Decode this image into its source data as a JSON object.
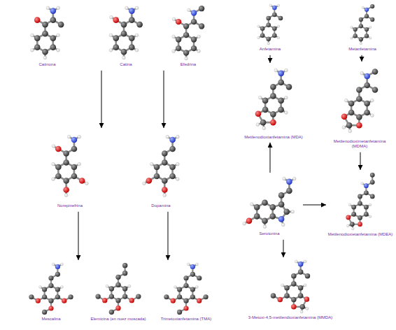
{
  "diagram": {
    "nodes": [
      {
        "text": [
          "Catinona"
        ]
      },
      {
        "text": [
          "Catina"
        ]
      },
      {
        "text": [
          "Efedrina"
        ]
      },
      {
        "text": [
          "Anfetamina"
        ]
      },
      {
        "text": [
          "Metanfetamina"
        ]
      },
      {
        "text": [
          "Norepinefrina"
        ]
      },
      {
        "text": [
          "Dopamina"
        ]
      },
      {
        "text": [
          "Metilenodioxianfetamina (MDA)"
        ]
      },
      {
        "text": [
          "Metilenodioximetanfetamina (MDMA)"
        ]
      },
      {
        "text": [
          "Serotonina"
        ]
      },
      {
        "text": [
          "Metilenodioxietanfetamina (MDEA)"
        ]
      },
      {
        "text": [
          "Mescalina"
        ]
      },
      {
        "text": [
          "Elemicina (en nuez moscada)"
        ]
      },
      {
        "text": [
          "Trimetoxianfetamina (TMA)"
        ]
      },
      {
        "text": [
          "3-Metoxi-4,5-metilendioxianfetamina (MMDA)"
        ]
      }
    ],
    "edges": [
      {
        "from": 1,
        "to": 5,
        "arrow": "to"
      },
      {
        "from": 2,
        "to": 6,
        "arrow": "to"
      },
      {
        "from": 3,
        "to": 7,
        "arrow": "to"
      },
      {
        "from": 4,
        "to": 8,
        "arrow": "to"
      },
      {
        "from": 5,
        "to": 11,
        "arrow": "to"
      },
      {
        "from": 6,
        "to": 13,
        "arrow": "to"
      },
      {
        "from": 8,
        "to": 10,
        "arrow": "to"
      },
      {
        "from": 9,
        "to": 7,
        "arrow": "to"
      },
      {
        "from": 9,
        "to": 10,
        "arrow": "to"
      },
      {
        "from": 9,
        "to": 14,
        "arrow": "to"
      }
    ]
  }
}
